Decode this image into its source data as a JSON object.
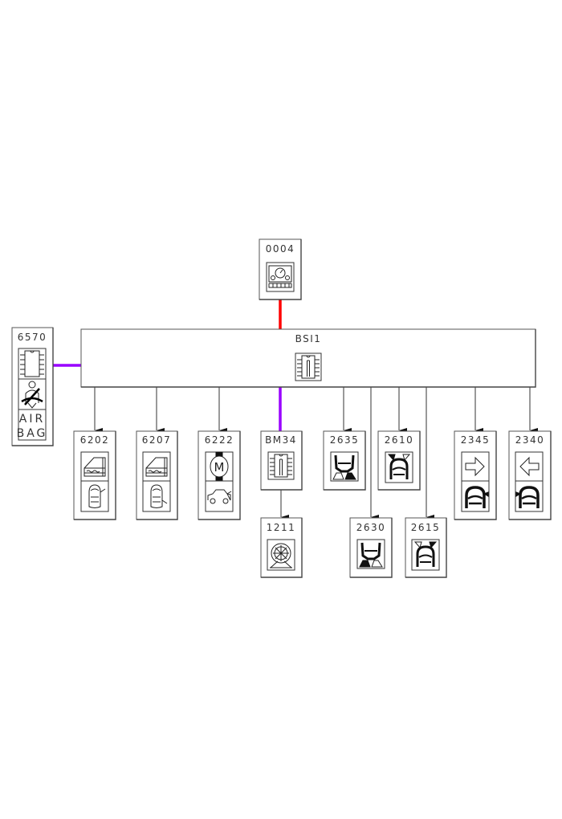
{
  "diagram": {
    "title": "Vehicle network architecture",
    "colors": {
      "can_comfort": "#ff0000",
      "can_body": "#9900ff",
      "wire": "#333333"
    },
    "central_unit": {
      "id": "BSI1",
      "icon": "ecu-chip-icon"
    },
    "modules": [
      {
        "id": "0004",
        "icons": [
          "instrument-panel-icon"
        ],
        "link": "can_comfort"
      },
      {
        "id": "6570",
        "icons": [
          "ecu-chip-icon",
          "seatbelt-icon",
          "airbag-text"
        ],
        "icon_text": [
          "AIR",
          "BAG"
        ],
        "link": "can_body"
      },
      {
        "id": "6202",
        "icons": [
          "window-icon",
          "car-top-right-door-icon"
        ],
        "link": "wire"
      },
      {
        "id": "6207",
        "icons": [
          "window-icon",
          "car-top-left-door-icon"
        ],
        "link": "wire"
      },
      {
        "id": "6222",
        "icons": [
          "motor-icon",
          "car-trunk-icon"
        ],
        "motor_label": "M",
        "link": "wire"
      },
      {
        "id": "BM34",
        "icons": [
          "ecu-chip-icon"
        ],
        "link": "can_body"
      },
      {
        "id": "1211",
        "icons": [
          "fuel-pump-icon"
        ],
        "link": "wire",
        "parent": "BM34"
      },
      {
        "id": "2635",
        "icons": [
          "seat-heater-right-icon"
        ],
        "link": "wire"
      },
      {
        "id": "2630",
        "icons": [
          "seat-heater-left-icon"
        ],
        "link": "wire"
      },
      {
        "id": "2610",
        "icons": [
          "headlight-left-icon"
        ],
        "link": "wire"
      },
      {
        "id": "2615",
        "icons": [
          "headlight-right-icon"
        ],
        "link": "wire"
      },
      {
        "id": "2345",
        "icons": [
          "arrow-right-icon",
          "car-front-right-indicator-icon"
        ],
        "link": "wire"
      },
      {
        "id": "2340",
        "icons": [
          "arrow-left-icon",
          "car-front-left-indicator-icon"
        ],
        "link": "wire"
      }
    ]
  }
}
